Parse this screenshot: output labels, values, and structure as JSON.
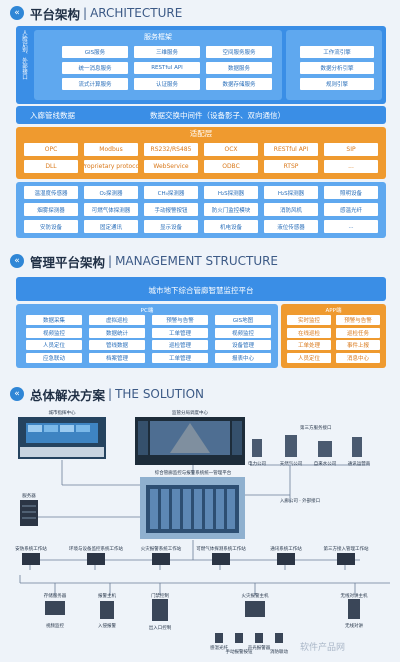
{
  "section1": {
    "cn": "平台架构",
    "sep": "|",
    "en": "ARCHITECTURE"
  },
  "arch": {
    "side_label": "人脸识别、外部接口",
    "service_title": "服务框架",
    "services": [
      "GIS服务",
      "三维服务",
      "空间服务服务",
      "统一消息服务",
      "RESTful API",
      "数据服务",
      "流式计算服务",
      "认证服务",
      "数据存储服务"
    ],
    "right_items": [
      "工作流引擎",
      "数据分析引擎",
      "规则引擎"
    ],
    "pipeline": "入廊管线数据",
    "middleware": "数据交换中间件（设备影子、双向通信）",
    "adapter_title": "适配层",
    "adapters": [
      "OPC",
      "Modbus",
      "RS232/RS485",
      "OCX",
      "RESTful API",
      "SIP",
      "DLL",
      "Proprietary protocol",
      "WebService",
      "ODBC",
      "RTSP",
      "..."
    ],
    "sensors": [
      "温湿度传感器",
      "O₂探测器",
      "CH₄探测器",
      "H₂S探测器",
      "H₂S探测器",
      "照明设备",
      "烟雾探测器",
      "可燃气体探测器",
      "手动报警按钮",
      "防火门监控模块",
      "消防风机",
      "感温光纤",
      "安防设备",
      "固定通讯",
      "显示设备",
      "机电设备",
      "液位传感器",
      "..."
    ]
  },
  "section2": {
    "cn": "管理平台架构",
    "sep": "|",
    "en": "MANAGEMENT STRUCTURE"
  },
  "mgmt": {
    "title": "城市地下综合管廊智慧监控平台",
    "pc_title": "PC端",
    "pc_cells": [
      "数据采集",
      "虚拟巡检",
      "预警与告警",
      "GIS地图",
      "视频监控",
      "数据统计",
      "工单管理",
      "视频监控",
      "人员定位",
      "管线数据",
      "巡检管理",
      "设备管理",
      "应急联动",
      "档案管理",
      "工单管理",
      "报表中心"
    ],
    "app_title": "APP端",
    "app_cells": [
      "实时监控",
      "预警与告警",
      "在线巡检",
      "巡检任务",
      "工单处理",
      "事件上报",
      "人员定位",
      "消息中心"
    ]
  },
  "section3": {
    "cn": "总体解决方案",
    "sep": "|",
    "en": "THE SOLUTION"
  },
  "solution": {
    "city_center": "城市指挥中心",
    "control_center": "监管分局调度中心",
    "third_party": "第三方服务接口",
    "companies": [
      "电力公司",
      "天然气公司",
      "自来水公司",
      "通讯运营商"
    ],
    "platform": "综合管廊监控与报警系统统一管理平台",
    "external": "入廊公司 · 外部接口",
    "server": "服务器",
    "workstations": [
      "安防系统工作站",
      "环境与设备监控系统工作站",
      "火灾报警系统工作站",
      "可燃气体探测系统工作站",
      "通讯系统工作站",
      "第三方接入管理工作站"
    ],
    "bottom_groups": [
      "存储服务器",
      "报警主机",
      "门禁控制",
      "火灾报警主机",
      "无线对讲主机"
    ],
    "bottom_labels": [
      "视频监控",
      "入侵报警",
      "出入口控制",
      "感温光纤",
      "手动报警按钮",
      "声光报警器",
      "消防联动",
      "无线对讲"
    ],
    "watermark": "软件产品网"
  }
}
